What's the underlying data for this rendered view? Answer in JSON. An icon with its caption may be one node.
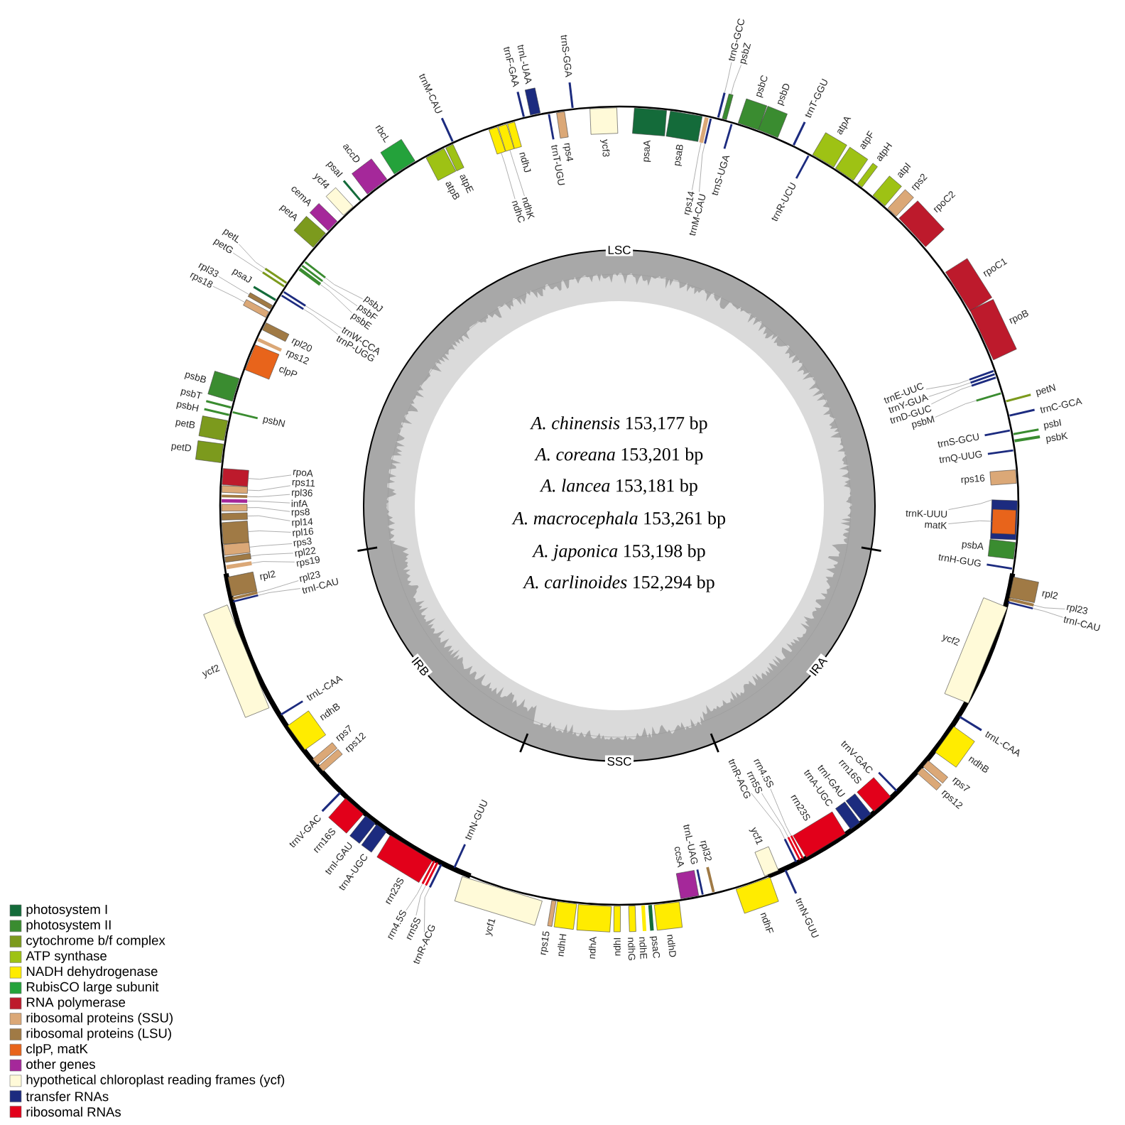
{
  "diagram": {
    "nodes": [
      {
        "text": [
          "ycf3"
        ]
      },
      {
        "text": [
          "psaA"
        ]
      },
      {
        "text": [
          "psaB"
        ]
      },
      {
        "text": [
          "rps14"
        ]
      },
      {
        "text": [],
        "shape": "box"
      },
      {
        "text": [
          "trnM-CAU"
        ]
      },
      {
        "text": [],
        "shape": "box"
      },
      {
        "text": [
          "trnG-GCC"
        ]
      },
      {
        "text": [],
        "shape": "box"
      },
      {
        "text": [
          "psbZ"
        ]
      },
      {
        "text": [],
        "shape": "box"
      },
      {
        "text": [
          "trnS-UGA"
        ]
      },
      {
        "text": [
          "psbC"
        ]
      },
      {
        "text": [
          "psbD"
        ]
      },
      {
        "text": [
          "trnT-GGU"
        ]
      },
      {
        "text": [
          "trnR-UCU"
        ]
      },
      {
        "text": [
          "atpA"
        ]
      },
      {
        "text": [
          "atpF"
        ]
      },
      {
        "text": [
          "atpH"
        ]
      },
      {
        "text": [
          "atpI"
        ]
      },
      {
        "text": [
          "rps2"
        ]
      },
      {
        "text": [
          "rpoC2"
        ]
      },
      {
        "text": [
          "rpoC1"
        ]
      },
      {
        "text": [
          "rpoB"
        ]
      },
      {
        "text": [
          "trnE-UUC"
        ]
      },
      {
        "text": [],
        "shape": "box"
      },
      {
        "text": [
          "trnY-GUA"
        ]
      },
      {
        "text": [],
        "shape": "box"
      },
      {
        "text": [
          "trnD-GUC"
        ]
      },
      {
        "text": [],
        "shape": "box"
      },
      {
        "text": [
          "psbM"
        ]
      },
      {
        "text": [],
        "shape": "box"
      },
      {
        "text": [
          "petN"
        ]
      },
      {
        "text": [
          "trnC-GCA"
        ]
      },
      {
        "text": [
          "trnS-GCU"
        ]
      },
      {
        "text": [
          "psbI"
        ]
      },
      {
        "text": [
          "psbK"
        ]
      },
      {
        "text": [
          "trnQ-UUG"
        ]
      },
      {
        "text": [
          "rps16"
        ]
      },
      {
        "text": [
          "trnK-UUU"
        ]
      },
      {
        "text": [],
        "shape": "box"
      },
      {
        "text": [
          "matK"
        ]
      },
      {
        "text": [],
        "shape": "box",
        "in": 40
      },
      {
        "text": [
          "psbA"
        ]
      },
      {
        "text": [
          "trnH-GUG"
        ]
      },
      {
        "text": [
          "rpl2"
        ]
      },
      {
        "text": [
          "rpl23"
        ]
      },
      {
        "text": [],
        "shape": "box"
      },
      {
        "text": [
          "trnI-CAU"
        ]
      },
      {
        "text": [],
        "shape": "box"
      },
      {
        "text": [
          "ycf2"
        ]
      },
      {
        "text": [
          "trnL-CAA"
        ]
      },
      {
        "text": [
          "ndhB"
        ]
      },
      {
        "text": [
          "rps7"
        ]
      },
      {
        "text": [
          "rps12"
        ]
      },
      {
        "text": [
          "trnV-GAC"
        ]
      },
      {
        "text": [
          "rrn16S"
        ]
      },
      {
        "text": [
          "trnI-GAU"
        ]
      },
      {
        "text": [
          "trnA-UGC"
        ]
      },
      {
        "text": [
          "rrn23S"
        ]
      },
      {
        "text": [
          "rrn4.5S"
        ]
      },
      {
        "text": [],
        "shape": "box"
      },
      {
        "text": [
          "rrn5S"
        ]
      },
      {
        "text": [],
        "shape": "box"
      },
      {
        "text": [
          "trnR-ACG"
        ]
      },
      {
        "text": [],
        "shape": "box"
      },
      {
        "text": [
          "trnN-GUU"
        ]
      },
      {
        "text": [
          "ycf1"
        ]
      },
      {
        "text": [
          "ndhF"
        ]
      },
      {
        "text": [
          "rpl32"
        ]
      },
      {
        "text": [
          "trnL-UAG"
        ]
      },
      {
        "text": [
          "ccsA"
        ]
      },
      {
        "text": [
          "ndhD"
        ]
      },
      {
        "text": [
          "psaC"
        ]
      },
      {
        "text": [
          "ndhE"
        ]
      },
      {
        "text": [
          "ndhG"
        ]
      },
      {
        "text": [
          "ndhI"
        ]
      },
      {
        "text": [
          "ndhA"
        ]
      },
      {
        "text": [
          "ndhH"
        ]
      },
      {
        "text": [
          "rps15"
        ]
      },
      {
        "text": [
          "ycf1"
        ]
      },
      {
        "text": [
          "trnN-GUU"
        ]
      },
      {
        "text": [
          "trnR-ACG"
        ]
      },
      {
        "text": [],
        "shape": "box"
      },
      {
        "text": [
          "rrn5S"
        ]
      },
      {
        "text": [],
        "shape": "box"
      },
      {
        "text": [
          "rrn4.5S"
        ]
      },
      {
        "text": [],
        "shape": "box"
      },
      {
        "text": [
          "rrn23S"
        ]
      },
      {
        "text": [
          "trnA-UGC"
        ]
      },
      {
        "text": [
          "trnI-GAU"
        ]
      },
      {
        "text": [
          "rrn16S"
        ]
      },
      {
        "text": [
          "trnV-GAC"
        ]
      },
      {
        "text": [
          "rps12"
        ]
      },
      {
        "text": [
          "rps7"
        ]
      },
      {
        "text": [
          "ndhB"
        ]
      },
      {
        "text": [
          "trnL-CAA"
        ]
      },
      {
        "text": [
          "ycf2"
        ]
      },
      {
        "text": [
          "trnI-CAU"
        ]
      },
      {
        "text": [],
        "shape": "box"
      },
      {
        "text": [
          "rpl23"
        ]
      },
      {
        "text": [],
        "shape": "box"
      },
      {
        "text": [
          "rpl2"
        ]
      },
      {
        "text": [
          "rps19"
        ]
      },
      {
        "text": [],
        "shape": "box"
      },
      {
        "text": [
          "rpl22"
        ]
      },
      {
        "text": [],
        "shape": "box"
      },
      {
        "text": [
          "rps3"
        ]
      },
      {
        "text": [],
        "shape": "box"
      },
      {
        "text": [
          "rpl16"
        ]
      },
      {
        "text": [],
        "shape": "box"
      },
      {
        "text": [
          "rpl14"
        ]
      },
      {
        "text": [],
        "shape": "box"
      },
      {
        "text": [
          "rps8"
        ]
      },
      {
        "text": [],
        "shape": "box"
      },
      {
        "text": [
          "infA"
        ]
      },
      {
        "text": [],
        "shape": "box"
      },
      {
        "text": [
          "rpl36"
        ]
      },
      {
        "text": [],
        "shape": "box"
      },
      {
        "text": [
          "rps11"
        ]
      },
      {
        "text": [],
        "shape": "box"
      },
      {
        "text": [
          "rpoA"
        ]
      },
      {
        "text": [],
        "shape": "box"
      },
      {
        "text": [
          "petD"
        ]
      },
      {
        "text": [
          "petB"
        ]
      },
      {
        "text": [
          "psbH"
        ]
      },
      {
        "text": [
          "psbN"
        ]
      },
      {
        "text": [
          "psbT"
        ]
      },
      {
        "text": [
          "psbB"
        ]
      },
      {
        "text": [
          "clpP"
        ]
      },
      {
        "text": [
          "rps12"
        ]
      },
      {
        "text": [
          "rpl20"
        ]
      },
      {
        "text": [
          "rps18"
        ]
      },
      {
        "text": [],
        "shape": "box"
      },
      {
        "text": [
          "rpl33"
        ]
      },
      {
        "text": [],
        "shape": "box"
      },
      {
        "text": [
          "psaJ"
        ]
      },
      {
        "text": [
          "trnP-UGG"
        ]
      },
      {
        "text": [],
        "shape": "box"
      },
      {
        "text": [
          "trnW-CCA"
        ]
      },
      {
        "text": [],
        "shape": "box"
      },
      {
        "text": [
          "petG"
        ]
      },
      {
        "text": [],
        "shape": "box"
      },
      {
        "text": [
          "petL"
        ]
      },
      {
        "text": [],
        "shape": "box"
      },
      {
        "text": [
          "psbE"
        ]
      },
      {
        "text": [],
        "shape": "box"
      },
      {
        "text": [
          "psbF"
        ]
      },
      {
        "text": [],
        "shape": "box"
      },
      {
        "text": [
          "psbJ"
        ]
      },
      {
        "text": [],
        "shape": "box"
      },
      {
        "text": [
          "petA"
        ]
      },
      {
        "text": [
          "cemA"
        ]
      },
      {
        "text": [
          "ycf4"
        ]
      },
      {
        "text": [
          "psaI"
        ]
      },
      {
        "text": [
          "accD"
        ]
      },
      {
        "text": [
          "rbcL"
        ]
      },
      {
        "text": [
          "atpB"
        ]
      },
      {
        "text": [
          "atpE"
        ]
      },
      {
        "text": [
          "trnM-CAU"
        ]
      },
      {
        "text": [
          "ndhC"
        ]
      },
      {
        "text": [],
        "shape": "box"
      },
      {
        "text": [
          "ndhK"
        ]
      },
      {
        "text": [],
        "shape": "box"
      },
      {
        "text": [
          "ndhJ"
        ]
      },
      {
        "text": [
          "trnF-GAA"
        ]
      },
      {
        "text": [
          "trnL-UAA"
        ]
      },
      {
        "text": [
          "trnT-UGU"
        ]
      },
      {
        "text": [
          "rps4"
        ]
      },
      {
        "text": [
          "trnS-GGA"
        ]
      }
    ],
    "edges": [
      {
        "from": 3,
        "to": 4,
        "arrow": "none"
      },
      {
        "from": 5,
        "to": 6,
        "arrow": "none"
      },
      {
        "from": 7,
        "to": 8,
        "arrow": "none"
      },
      {
        "from": 9,
        "to": 10,
        "arrow": "none"
      },
      {
        "from": 24,
        "to": 25,
        "arrow": "none"
      },
      {
        "from": 26,
        "to": 27,
        "arrow": "none"
      },
      {
        "from": 28,
        "to": 29,
        "arrow": "none"
      },
      {
        "from": 30,
        "to": 31,
        "arrow": "none"
      },
      {
        "from": 39,
        "to": 40,
        "arrow": "none"
      },
      {
        "from": 41,
        "to": 42,
        "arrow": "none"
      },
      {
        "from": 46,
        "to": 47,
        "arrow": "none"
      },
      {
        "from": 48,
        "to": 49,
        "arrow": "none"
      },
      {
        "from": 60,
        "to": 61,
        "arrow": "none"
      },
      {
        "from": 62,
        "to": 63,
        "arrow": "none"
      },
      {
        "from": 64,
        "to": 65,
        "arrow": "none"
      },
      {
        "from": 82,
        "to": 83,
        "arrow": "none"
      },
      {
        "from": 84,
        "to": 85,
        "arrow": "none"
      },
      {
        "from": 86,
        "to": 87,
        "arrow": "none"
      },
      {
        "from": 98,
        "to": 99,
        "arrow": "none"
      },
      {
        "from": 100,
        "to": 101,
        "arrow": "none"
      },
      {
        "from": 103,
        "to": 104,
        "arrow": "none"
      },
      {
        "from": 105,
        "to": 106,
        "arrow": "none"
      },
      {
        "from": 107,
        "to": 108,
        "arrow": "none"
      },
      {
        "from": 109,
        "to": 110,
        "arrow": "none"
      },
      {
        "from": 111,
        "to": 112,
        "arrow": "none"
      },
      {
        "from": 113,
        "to": 114,
        "arrow": "none"
      },
      {
        "from": 115,
        "to": 116,
        "arrow": "none"
      },
      {
        "from": 117,
        "to": 118,
        "arrow": "none"
      },
      {
        "from": 119,
        "to": 120,
        "arrow": "none"
      },
      {
        "from": 121,
        "to": 122,
        "arrow": "none"
      },
      {
        "from": 132,
        "to": 133,
        "arrow": "none"
      },
      {
        "from": 134,
        "to": 135,
        "arrow": "none"
      },
      {
        "from": 137,
        "to": 138,
        "arrow": "none"
      },
      {
        "from": 139,
        "to": 140,
        "arrow": "none"
      },
      {
        "from": 141,
        "to": 142,
        "arrow": "none"
      },
      {
        "from": 143,
        "to": 144,
        "arrow": "none"
      },
      {
        "from": 145,
        "to": 146,
        "arrow": "none"
      },
      {
        "from": 147,
        "to": 148,
        "arrow": "none"
      },
      {
        "from": 149,
        "to": 150,
        "arrow": "none"
      },
      {
        "from": 160,
        "to": 161,
        "arrow": "none"
      },
      {
        "from": 162,
        "to": 163,
        "arrow": "none"
      }
    ],
    "labels": [
      "LSC",
      "*A. chinensis* 153,177 bp",
      "*A. coreana* 153,201 bp",
      "*A. lancea* 153,181 bp",
      "*A. macrocephala* 153,261 bp",
      "*A. japonica* 153,198 bp",
      "*A. carlinoides* 152,294 bp",
      "IRB",
      "IRA",
      "SSC"
    ],
    "legend": [
      {
        "text": "photosystem I",
        "color": "#146b3a"
      },
      {
        "text": "photosystem II",
        "color": "#3a8c30"
      },
      {
        "text": "cytochrome b/f complex",
        "color": "#7c9a1d"
      },
      {
        "text": "ATP synthase",
        "color": "#9ec214"
      },
      {
        "text": "NADH dehydrogenase",
        "color": "#ffec00"
      },
      {
        "text": "RubisCO large subunit",
        "color": "#24a23b"
      },
      {
        "text": "RNA polymerase",
        "color": "#bd1a2c"
      },
      {
        "text": "ribosomal proteins (SSU)",
        "color": "#dba877"
      },
      {
        "text": "ribosomal proteins (LSU)",
        "color": "#a07a45"
      },
      {
        "text": "clpP, matK",
        "color": "#e8641b"
      },
      {
        "text": "other genes",
        "color": "#a5289a"
      },
      {
        "text": "hypothetical chloroplast reading frames (ycf)",
        "color": "#fffad8"
      },
      {
        "text": "transfer RNAs",
        "color": "#1c2b7f"
      },
      {
        "text": "ribosomal RNAs",
        "color": "#e2001a"
      }
    ]
  }
}
